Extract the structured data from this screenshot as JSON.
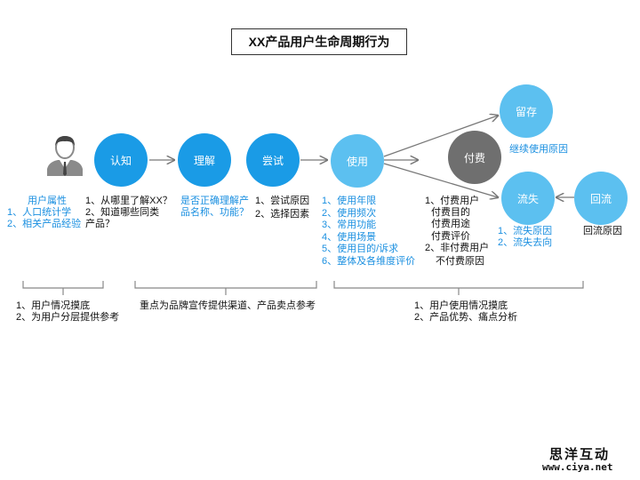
{
  "title": "XX产品用户生命周期行为",
  "nodes": {
    "awareness": "认知",
    "understanding": "理解",
    "trial": "尝试",
    "usage": "使用",
    "payment": "付费",
    "retention": "留存",
    "churn": "流失",
    "return": "回流"
  },
  "user_attrs": [
    "用户属性",
    "1、人口统计学",
    "2、相关产品经验"
  ],
  "awareness_notes": [
    "1、从哪里了解XX？",
    "2、知道哪些同类",
    "产品？"
  ],
  "understanding_notes": [
    "是否正确理解产",
    "品名称、功能？"
  ],
  "trial_notes": [
    "1、尝试原因",
    "2、选择因素"
  ],
  "usage_notes": [
    "1、使用年限",
    "2、使用频次",
    "3、常用功能",
    "4、使用场景",
    "5、使用目的/诉求",
    "6、整体及各维度评价"
  ],
  "payment_notes": [
    "1、付费用户",
    "付费目的",
    "付费用途",
    "付费评价",
    "2、非付费用户",
    "不付费原因"
  ],
  "retention_note": "继续使用原因",
  "churn_notes": [
    "1、流失原因",
    "2、流失去向"
  ],
  "return_note": "回流原因",
  "summary_left": [
    "1、用户情况摸底",
    "2、为用户分层提供参考"
  ],
  "summary_mid": "重点为品牌宣传提供渠道、产品卖点参考",
  "summary_right": [
    "1、用户使用情况摸底",
    "2、产品优势、痛点分析"
  ],
  "logo_cn": "思洋互动",
  "logo_url": "www.ciya.net",
  "colors": {
    "dark_blue": "#1a9be6",
    "light_blue": "#5cc0f0",
    "gray": "#6f6f6f",
    "text_blue": "#1a8fe0"
  }
}
